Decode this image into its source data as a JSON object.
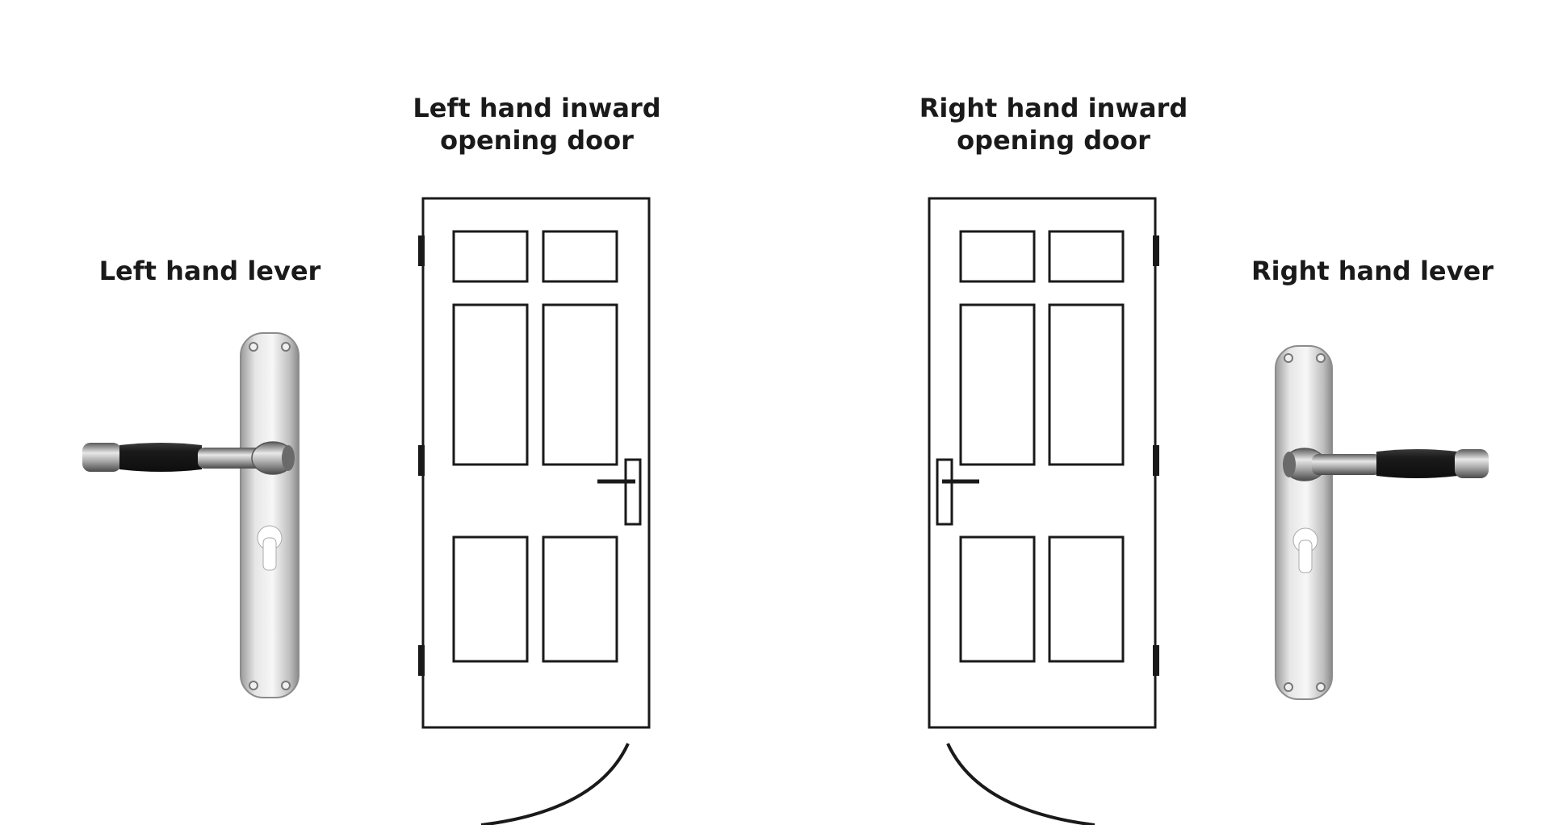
{
  "labels": {
    "left_lever": "Left hand lever",
    "left_door_line1": "Left hand inward",
    "left_door_line2": "opening door",
    "right_door_line1": "Right hand inward",
    "right_door_line2": "opening door",
    "right_lever": "Right hand lever"
  },
  "colors": {
    "line": "#1a1a1a",
    "grip": "#1c1c1c",
    "metal_light": "#f2f2f2",
    "metal_mid": "#c8c8c8",
    "metal_dark": "#8a8a8a"
  },
  "icons": [
    "left-lever-handle-icon",
    "left-inward-door-icon",
    "right-inward-door-icon",
    "right-lever-handle-icon",
    "swing-arc-arrow-icon"
  ]
}
